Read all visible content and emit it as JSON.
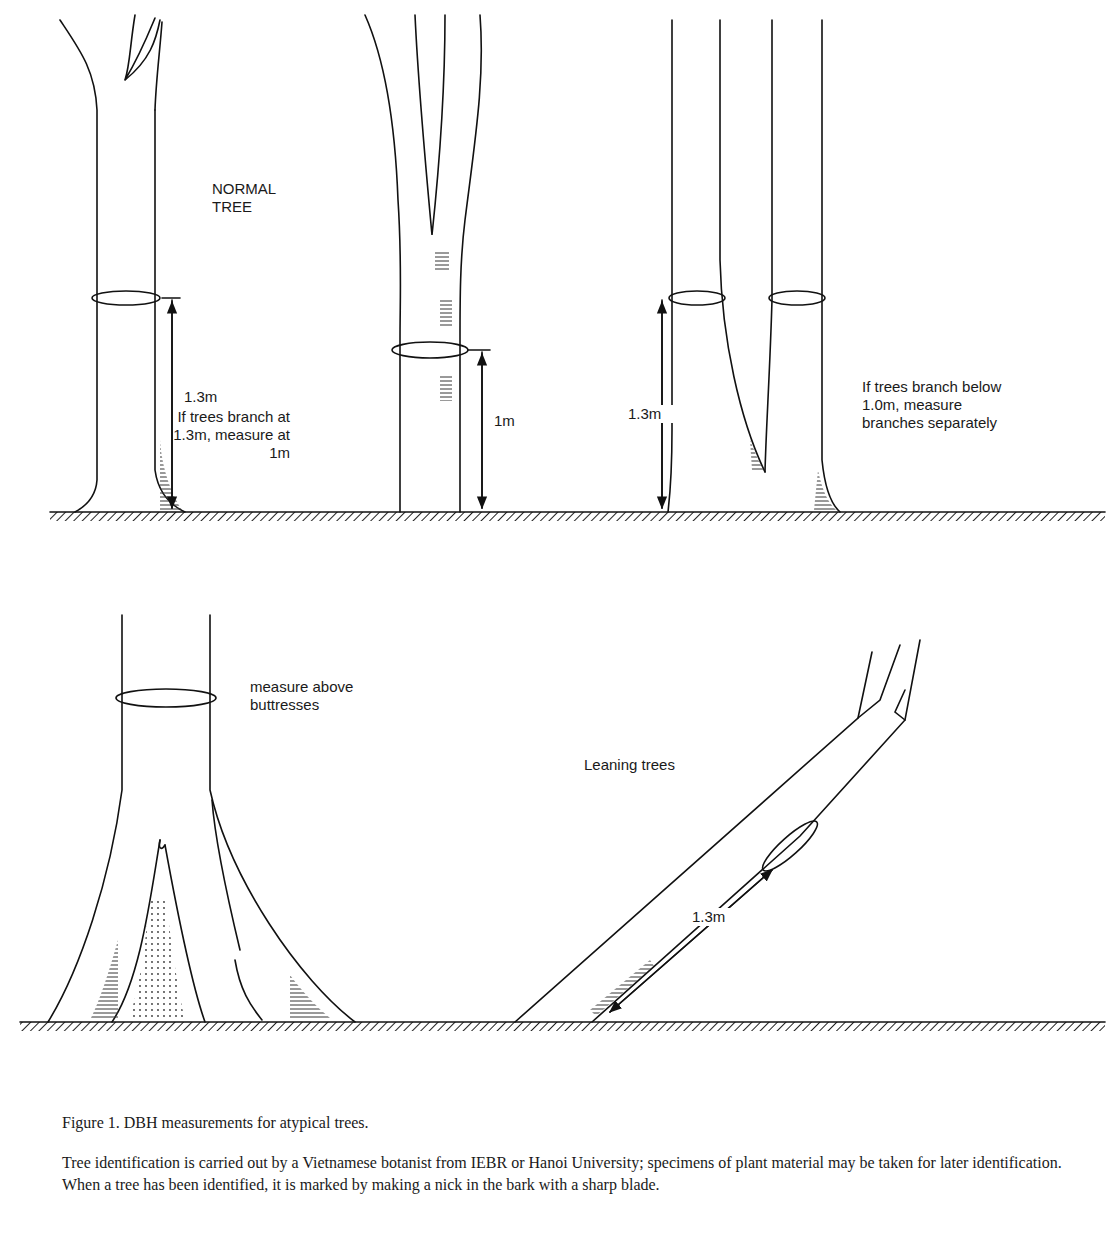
{
  "diagram": {
    "caption": "Figure 1. DBH measurements for atypical trees.",
    "labels": [
      "NORMAL TREE",
      "1.3m",
      "If trees branch at 1.3m, measure at 1m",
      "1m",
      "1.3m",
      "If trees branch below 1.0m, measure branches separately",
      "measure above buttresses",
      "Leaning trees",
      "1.3m",
      "Tree identification is carried out by a Vietnamese botanist from IEBR or Hanoi University; specimens of plant material may be taken for later identification. When a tree has been identified, it is marked by making a nick in the bark with a sharp blade."
    ]
  }
}
